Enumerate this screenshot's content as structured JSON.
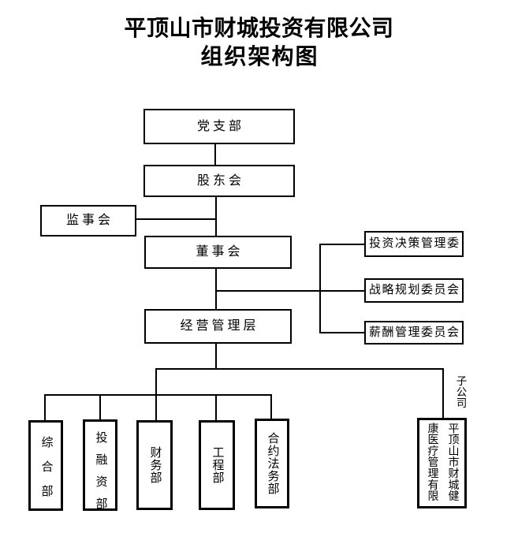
{
  "title": {
    "line1": "平顶山市财城投资有限公司",
    "line2": "组织架构图"
  },
  "org": {
    "party_branch": "党支部",
    "shareholders_meeting": "股东会",
    "supervisory_board": "监事会",
    "board_of_directors": "董事会",
    "management_team": "经营管理层",
    "committees": [
      "投资决策管理委",
      "战略规划委员会",
      "薪酬管理委员会"
    ],
    "departments": [
      "综合部",
      "投融资部",
      "财务部",
      "工程部",
      "合约法务部"
    ],
    "subsidiary_label": "子公司",
    "subsidiary_name": "平顶山市财城健康医疗管理有限"
  },
  "colors": {
    "background": "#ffffff",
    "line": "#000000",
    "text": "#000000"
  }
}
